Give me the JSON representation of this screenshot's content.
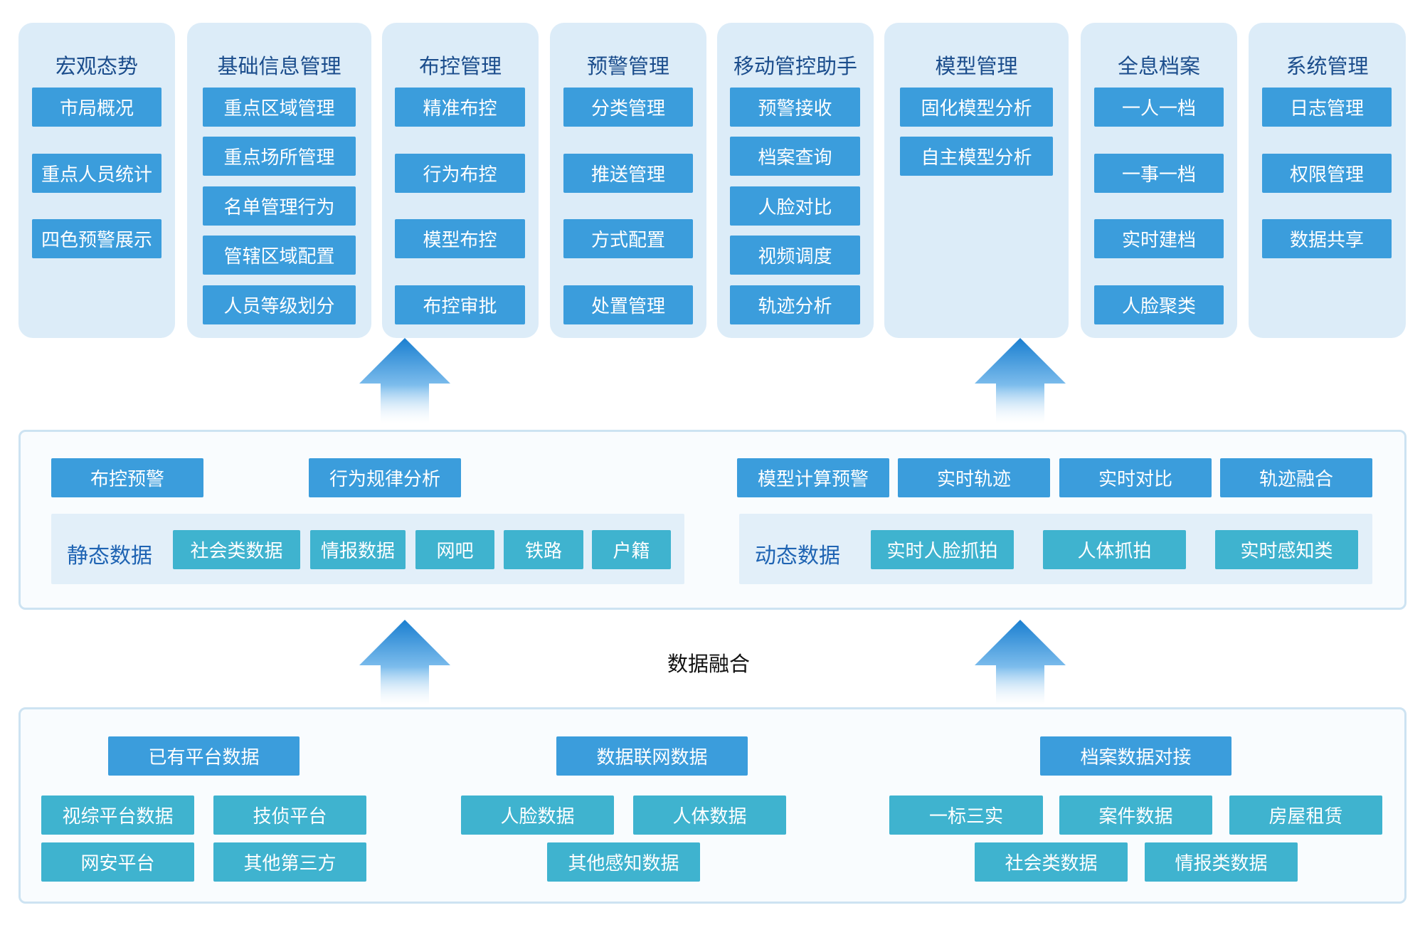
{
  "modules": [
    {
      "title": "宏观态势",
      "items": [
        "市局概况",
        "重点人员统计",
        "四色预警展示"
      ]
    },
    {
      "title": "基础信息管理",
      "items": [
        "重点区域管理",
        "重点场所管理",
        "名单管理行为",
        "管辖区域配置",
        "人员等级划分"
      ]
    },
    {
      "title": "布控管理",
      "items": [
        "精准布控",
        "行为布控",
        "模型布控",
        "布控审批"
      ]
    },
    {
      "title": "预警管理",
      "items": [
        "分类管理",
        "推送管理",
        "方式配置",
        "处置管理"
      ]
    },
    {
      "title": "移动管控助手",
      "items": [
        "预警接收",
        "档案查询",
        "人脸对比",
        "视频调度",
        "轨迹分析"
      ]
    },
    {
      "title": "模型管理",
      "items": [
        "固化模型分析",
        "自主模型分析"
      ]
    },
    {
      "title": "全息档案",
      "items": [
        "一人一档",
        "一事一档",
        "实时建档",
        "人脸聚类"
      ]
    },
    {
      "title": "系统管理",
      "items": [
        "日志管理",
        "权限管理",
        "数据共享"
      ]
    }
  ],
  "middle": {
    "left_buttons": [
      "布控预警",
      "行为规律分析"
    ],
    "right_buttons": [
      "模型计算预警",
      "实时轨迹",
      "实时对比",
      "轨迹融合"
    ],
    "static": {
      "title": "静态数据",
      "items": [
        "社会类数据",
        "情报数据",
        "网吧",
        "铁路",
        "户籍"
      ]
    },
    "dynamic": {
      "title": "动态数据",
      "items": [
        "实时人脸抓拍",
        "人体抓拍",
        "实时感知类"
      ]
    }
  },
  "fusion_label": "数据融合",
  "bottom": {
    "groups": [
      {
        "title": "已有平台数据",
        "items": [
          "视综平台数据",
          "技侦平台",
          "网安平台",
          "其他第三方"
        ]
      },
      {
        "title": "数据联网数据",
        "items": [
          "人脸数据",
          "人体数据",
          "其他感知数据"
        ]
      },
      {
        "title": "档案数据对接",
        "items": [
          "一标三实",
          "案件数据",
          "房屋租赁",
          "社会类数据",
          "情报类数据"
        ]
      }
    ]
  },
  "colors": {
    "module_bg": "#dcecf8",
    "blue_button": "#3b9ddc",
    "teal_button": "#3fb3cf",
    "title_text": "#1b4d8c",
    "sub_title_text": "#1f64b3"
  }
}
